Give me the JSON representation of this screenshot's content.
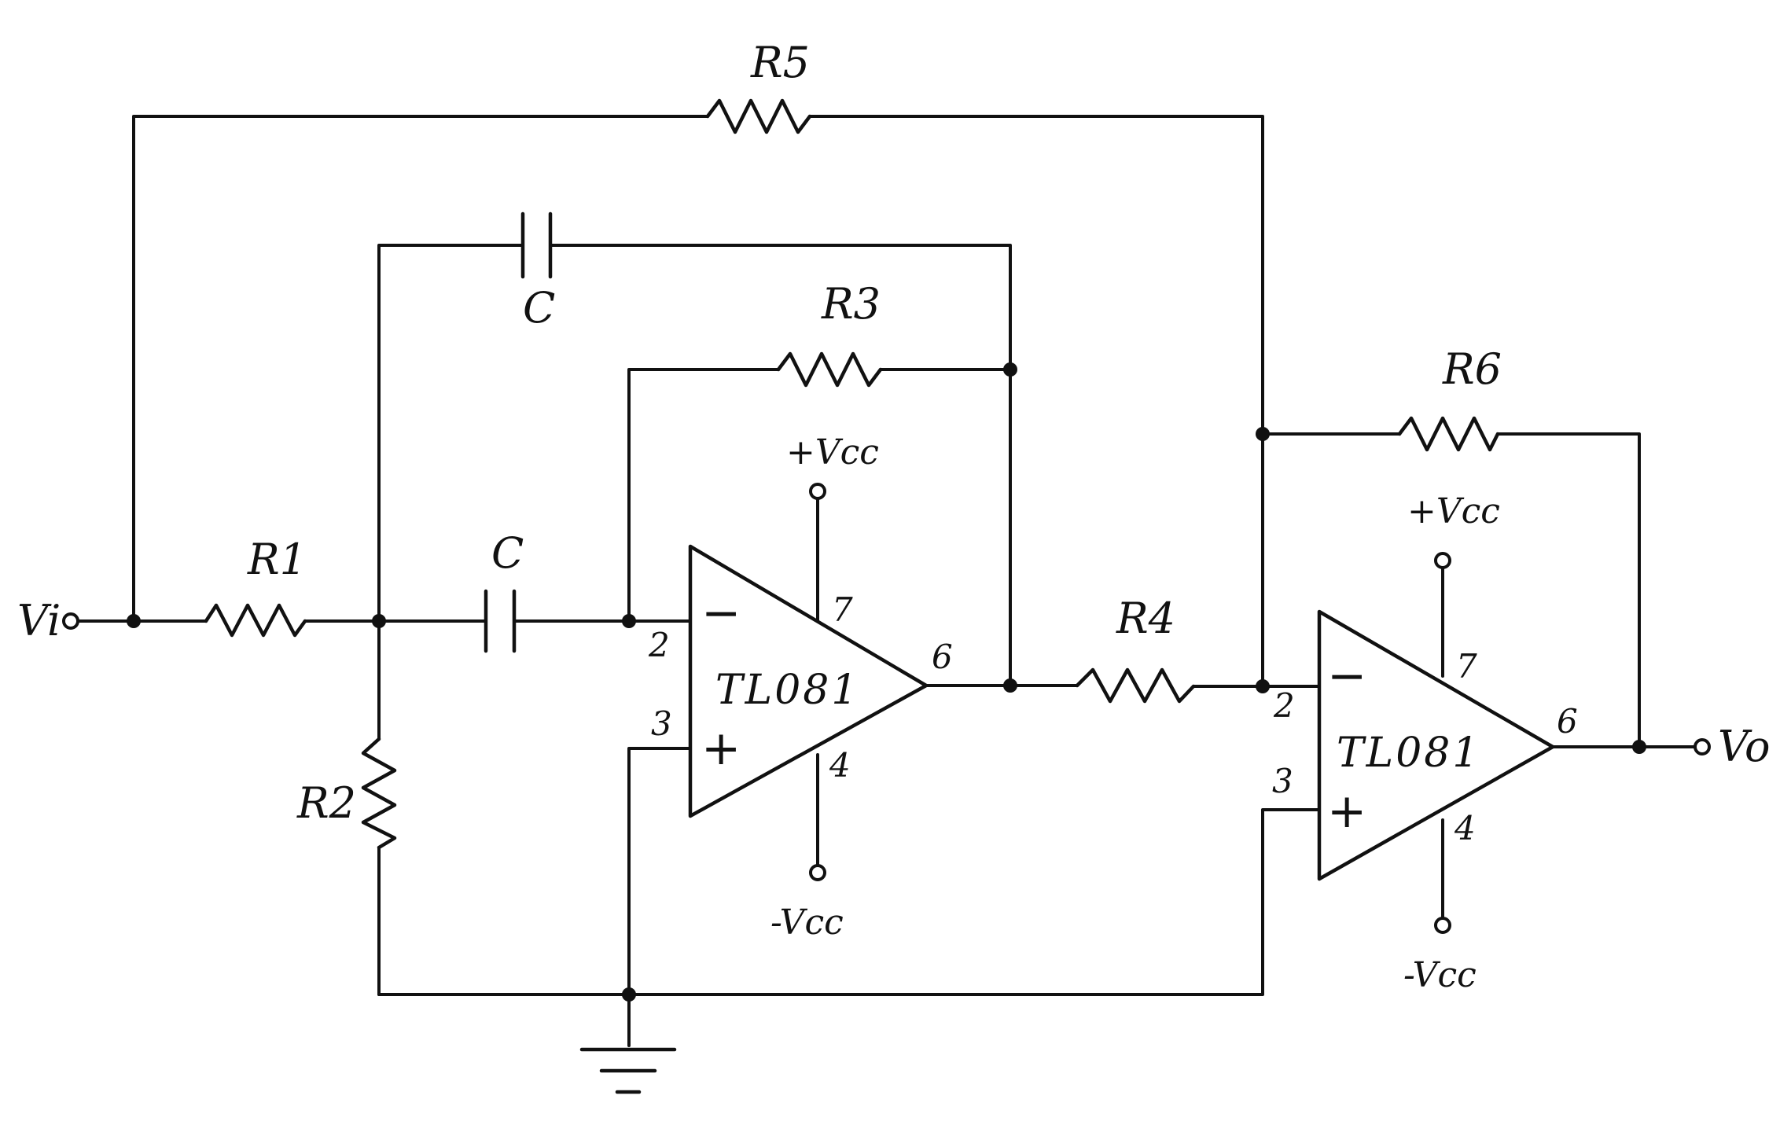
{
  "components": {
    "input": "Vi",
    "output": "Vo",
    "r1": "R1",
    "r2": "R2",
    "r3": "R3",
    "r4": "R4",
    "r5": "R5",
    "r6": "R6",
    "c_top": "C",
    "c_series": "C"
  },
  "opamp1": {
    "name": "TL081",
    "pin_inv": "2",
    "pin_noninv": "3",
    "pin_out": "6",
    "pin_vplus": "7",
    "pin_vminus": "4",
    "sign_inv": "−",
    "sign_noninv": "+",
    "supply_pos": "+Vcc",
    "supply_neg": "-Vcc"
  },
  "opamp2": {
    "name": "TL081",
    "pin_inv": "2",
    "pin_noninv": "3",
    "pin_out": "6",
    "pin_vplus": "7",
    "pin_vminus": "4",
    "sign_inv": "−",
    "sign_noninv": "+",
    "supply_pos": "+Vcc",
    "supply_neg": "-Vcc"
  }
}
